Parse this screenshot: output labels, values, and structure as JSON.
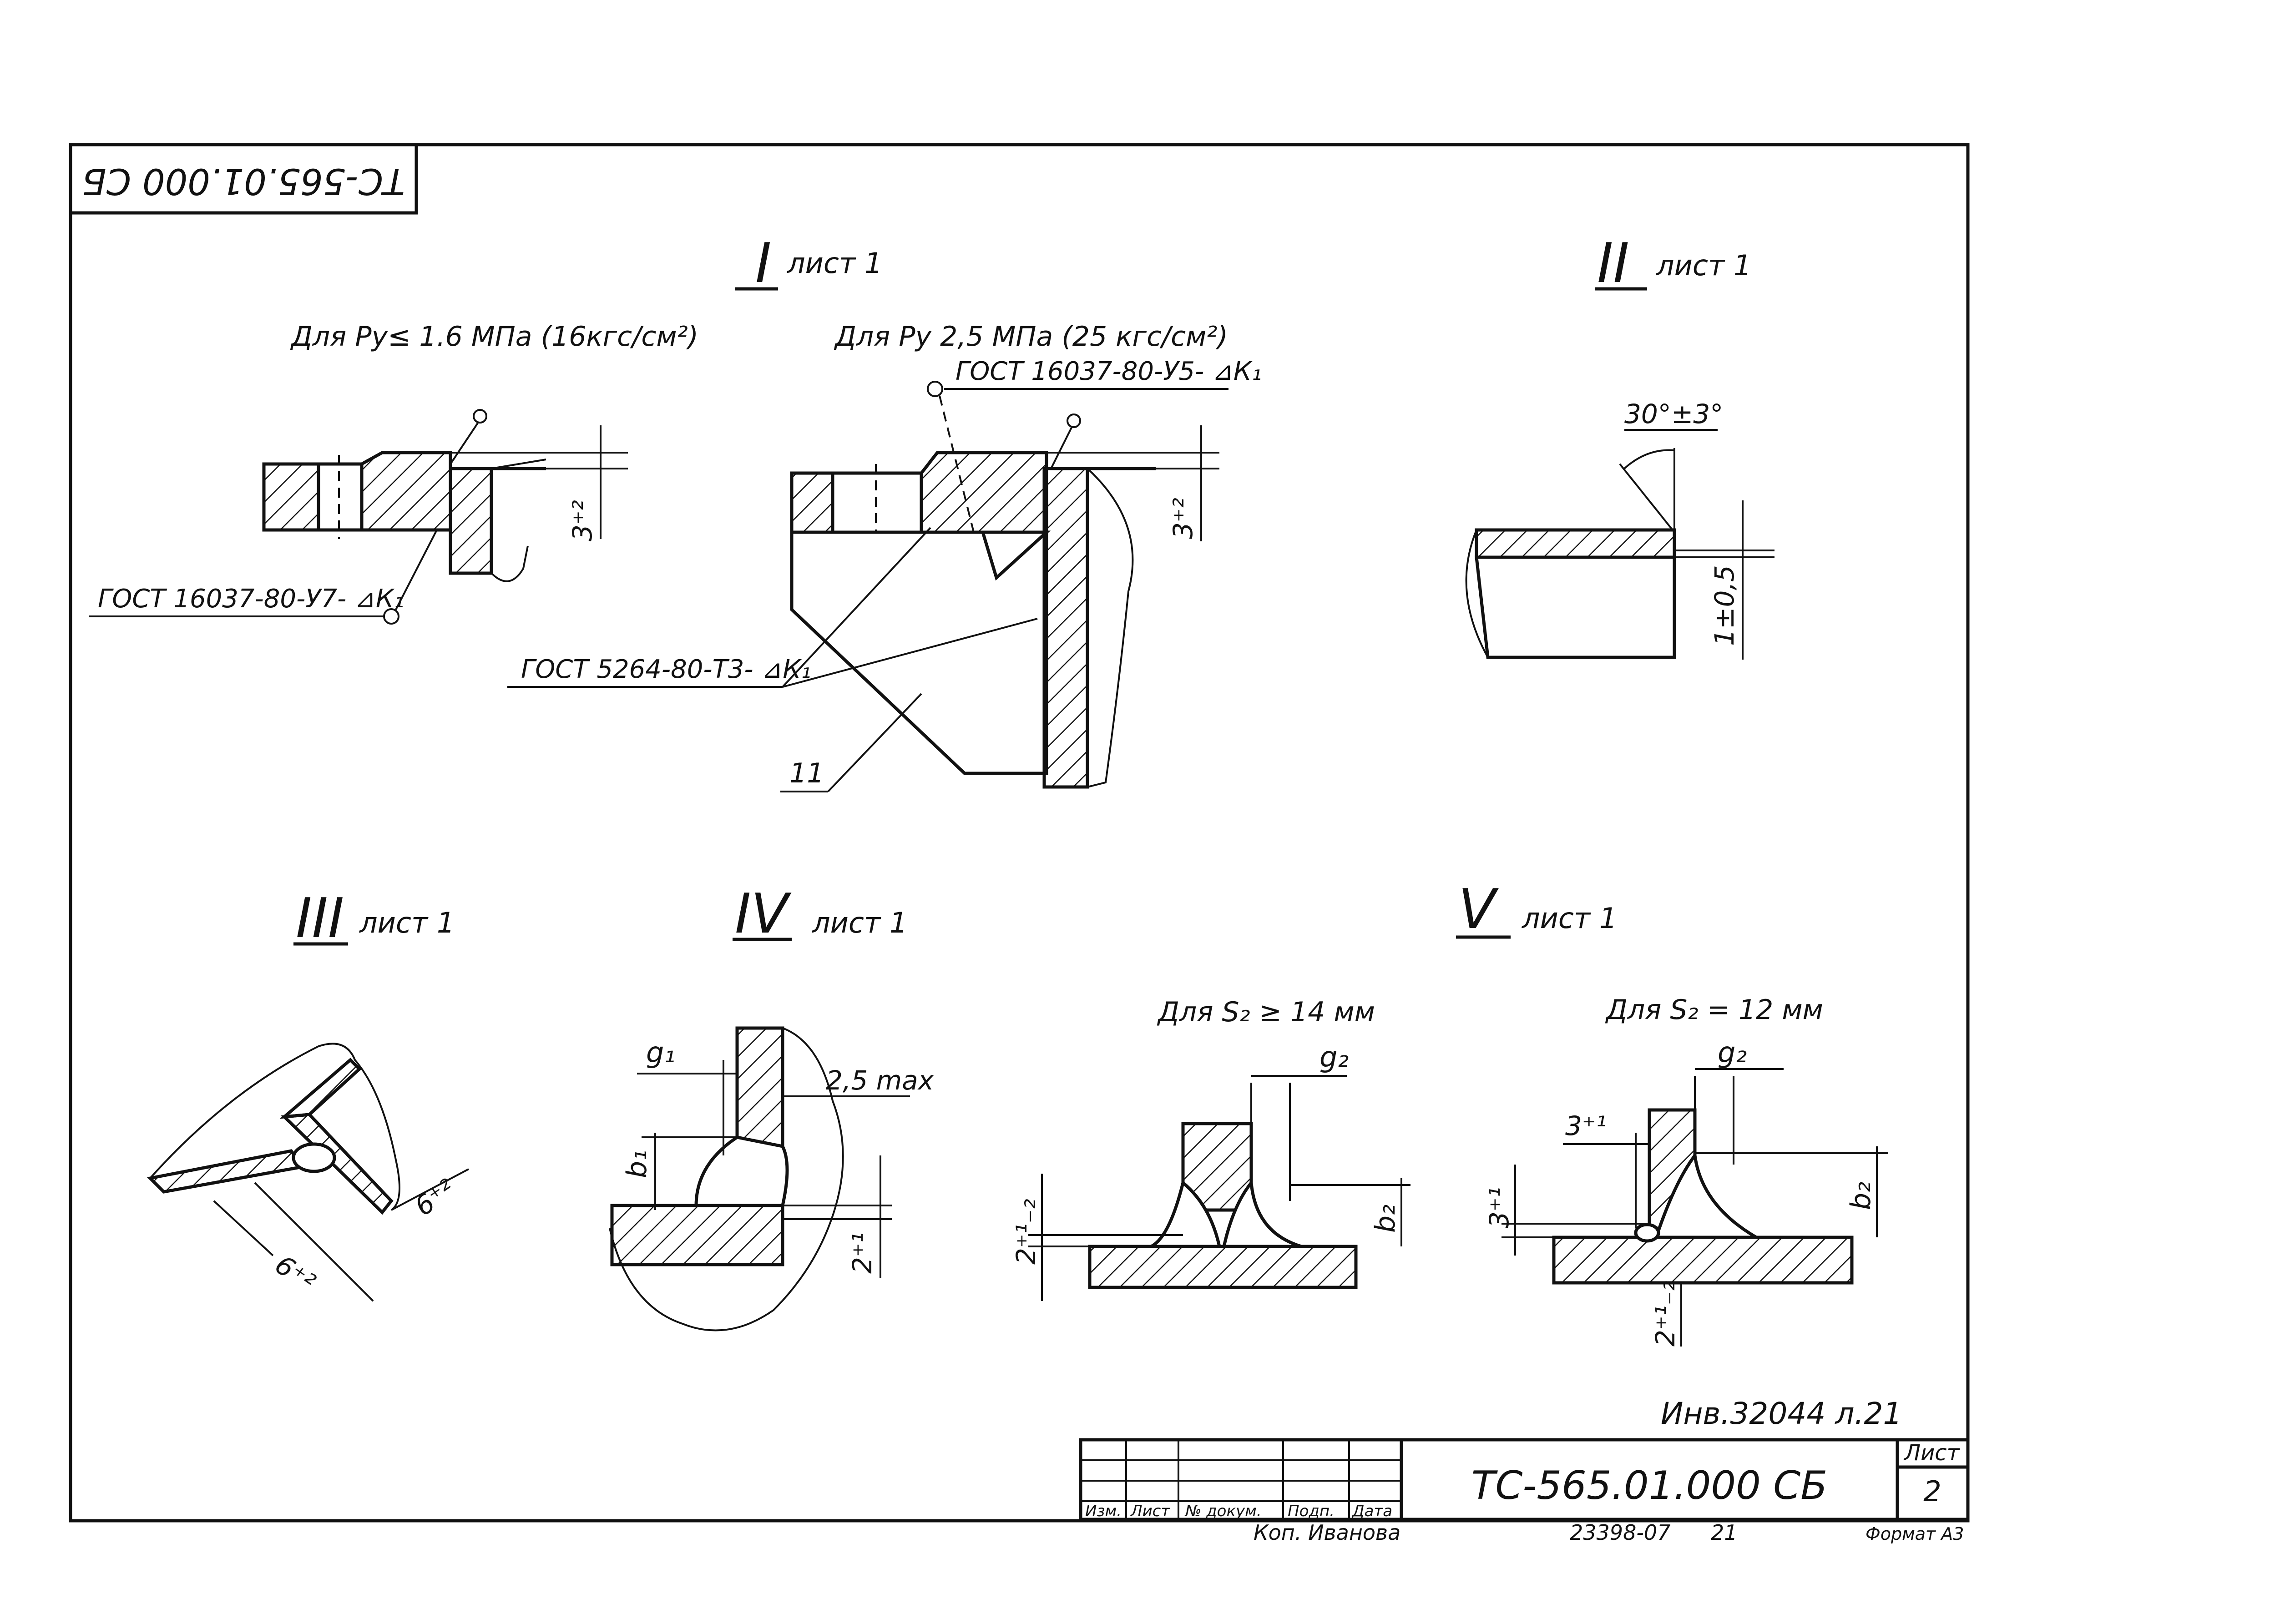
{
  "stamp_top": "TC-565.01.000 СБ",
  "views": {
    "v1": {
      "numeral": "I",
      "sheet_ref": "лист 1"
    },
    "v2": {
      "numeral": "II",
      "sheet_ref": "лист 1"
    },
    "v3": {
      "numeral": "III",
      "sheet_ref": "лист 1"
    },
    "v4": {
      "numeral": "IV",
      "sheet_ref": "лист 1"
    },
    "v5": {
      "numeral": "V",
      "sheet_ref": "лист 1"
    }
  },
  "v1_left": {
    "caption": "Для Pу≤ 1.6 МПа (16кгс/см²)",
    "weld": "ГОСТ 16037-80-У7- ⊿К₁",
    "dim": "3⁺²"
  },
  "v1_right": {
    "caption": "Для Pу 2,5 МПа (25 кгс/см²)",
    "weld_top": "ГОСТ 16037-80-У5- ⊿К₁",
    "weld_mid": "ГОСТ 5264-80-Т3- ⊿К₁",
    "dim": "3⁺²",
    "part_no": "11"
  },
  "v2": {
    "angle": "30°±3°",
    "dim": "1±0,5"
  },
  "v3": {
    "dim_a": "6⁺²",
    "dim_b": "6⁺²"
  },
  "v4": {
    "g1": "g₁",
    "max": "2,5 max",
    "b1": "b₁",
    "dim": "2⁺¹"
  },
  "v5_left": {
    "caption": "Для S₂ ≥ 14 мм",
    "g2": "g₂",
    "b2": "b₂",
    "dim": "2⁺¹₋₂"
  },
  "v5_right": {
    "caption": "Для S₂ = 12 мм",
    "g2": "g₂",
    "b2": "b₂",
    "d31": "3⁺¹",
    "d31v": "3⁺¹",
    "dim": "2⁺¹₋₂"
  },
  "archive_note": "Инв.32044 л.21",
  "title_block": {
    "doc_number": "TC-565.01.000 СБ",
    "sheet_label": "Лист",
    "sheet_number": "2",
    "headers": [
      "Изм.",
      "Лист",
      "№ докум.",
      "Подп.",
      "Дата"
    ],
    "copied": "Коп. Иванова",
    "order": "23398-07",
    "order_sheet": "21",
    "format": "Формат А3"
  }
}
